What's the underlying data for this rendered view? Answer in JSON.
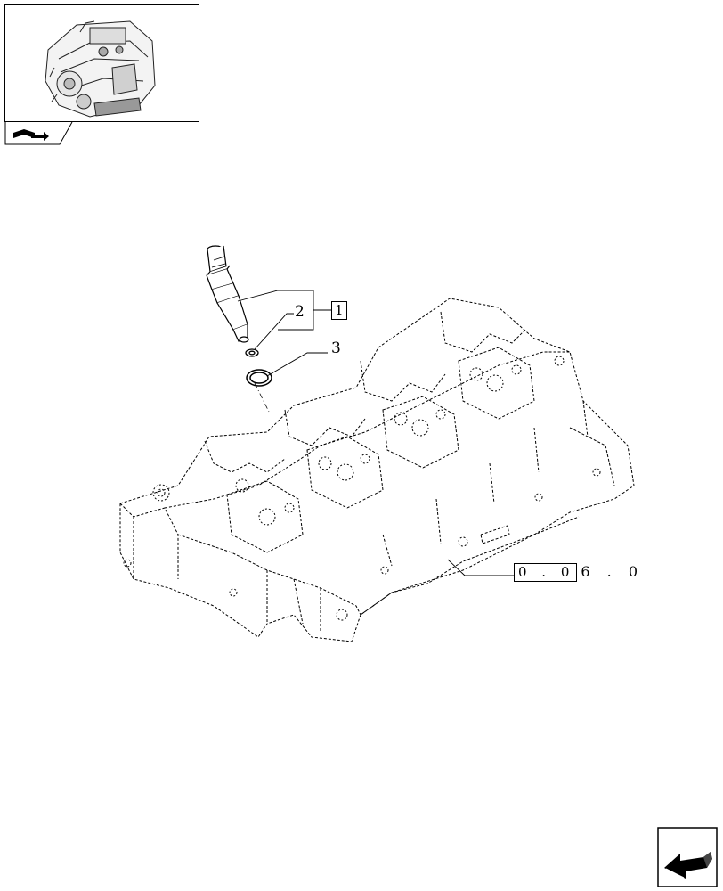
{
  "thumbnail": {
    "icon": "engine-thumbnail"
  },
  "callouts": {
    "item1": "1",
    "item2": "2",
    "item3": "3"
  },
  "reference": {
    "boxed_part": "0 . 0",
    "rest_part": "6 . 0"
  },
  "navigation": {
    "prev_icon": "book-arrow-icon",
    "next_icon": "arrow-corner-icon"
  }
}
